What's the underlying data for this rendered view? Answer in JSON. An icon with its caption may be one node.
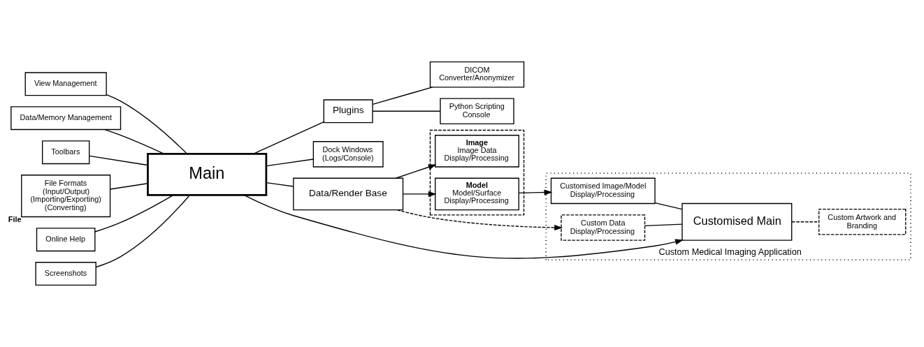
{
  "diagram": {
    "nodes": [
      {
        "text": [
          "Main"
        ]
      },
      {
        "text": [
          "View Management"
        ]
      },
      {
        "text": [
          "Data/Memory Management"
        ]
      },
      {
        "text": [
          "Toolbars"
        ]
      },
      {
        "text": [
          "File Formats (Input/Output) (Importing/Exporting) (Converting)"
        ],
        "beside": [
          "File"
        ]
      },
      {
        "text": [
          "Online Help"
        ]
      },
      {
        "text": [
          "Screenshots"
        ]
      },
      {
        "text": [
          "Plugins"
        ]
      },
      {
        "text": [
          "DICOM Converter/Anonymizer"
        ]
      },
      {
        "text": [
          "Python Scripting Console"
        ]
      },
      {
        "text": [
          "Dock Windows (Logs/Console)"
        ]
      },
      {
        "text": [
          "Data/Render Base"
        ]
      },
      {
        "text": [],
        "shape": "box"
      },
      {
        "text": [
          "Image",
          "Image Data Display/Processing"
        ],
        "in": 12
      },
      {
        "text": [
          "Model",
          "Model/Surface Display/Processing"
        ],
        "in": 12
      },
      {
        "text": [
          "Custom Medical Imaging Application"
        ]
      },
      {
        "text": [
          "Custom Data Display/Processing"
        ],
        "in": 15
      },
      {
        "text": [
          "Customised Image/Model Display/Processing"
        ],
        "in": 15
      },
      {
        "text": [
          "Customised Main"
        ],
        "in": 15
      },
      {
        "text": [
          "Custom Artwork and Branding"
        ],
        "in": 15
      }
    ],
    "edges": [
      {
        "from": 1,
        "to": 0,
        "arrow": "none"
      },
      {
        "from": 2,
        "to": 0,
        "arrow": "none"
      },
      {
        "from": 3,
        "to": 0,
        "arrow": "none"
      },
      {
        "from": 4,
        "to": 0,
        "arrow": "none"
      },
      {
        "from": 5,
        "to": 0,
        "arrow": "none"
      },
      {
        "from": 6,
        "to": 0,
        "arrow": "none"
      },
      {
        "from": 0,
        "to": 7,
        "arrow": "none"
      },
      {
        "from": 0,
        "to": 10,
        "arrow": "none"
      },
      {
        "from": 0,
        "to": 11,
        "arrow": "none"
      },
      {
        "from": 7,
        "to": 8,
        "arrow": "none"
      },
      {
        "from": 7,
        "to": 9,
        "arrow": "none"
      },
      {
        "from": 11,
        "to": 13,
        "arrow": "to"
      },
      {
        "from": 11,
        "to": 14,
        "arrow": "to"
      },
      {
        "from": 14,
        "to": 17,
        "arrow": "to"
      },
      {
        "from": 11,
        "to": 16,
        "arrow": "to",
        "style": "dashed"
      },
      {
        "from": 0,
        "to": 18,
        "arrow": "to"
      },
      {
        "from": 16,
        "to": 18,
        "arrow": "none"
      },
      {
        "from": 17,
        "to": 18,
        "arrow": "none"
      },
      {
        "from": 18,
        "to": 19,
        "arrow": "none",
        "style": "dashed"
      }
    ]
  }
}
